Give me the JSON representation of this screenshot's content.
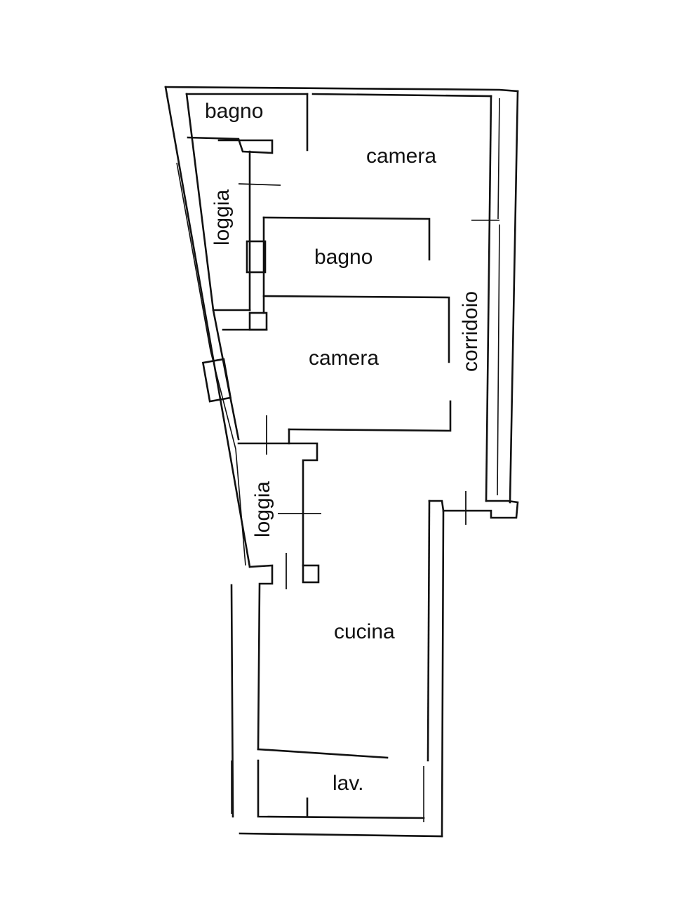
{
  "floor_plan": {
    "rooms": [
      {
        "id": "bagno-top",
        "label": "bagno"
      },
      {
        "id": "camera-top",
        "label": "camera"
      },
      {
        "id": "loggia-top",
        "label": "loggia"
      },
      {
        "id": "bagno-middle",
        "label": "bagno"
      },
      {
        "id": "corridoio",
        "label": "corridoio"
      },
      {
        "id": "camera-middle",
        "label": "camera"
      },
      {
        "id": "loggia-bottom",
        "label": "loggia"
      },
      {
        "id": "cucina",
        "label": "cucina"
      },
      {
        "id": "lav",
        "label": "lav."
      }
    ]
  }
}
